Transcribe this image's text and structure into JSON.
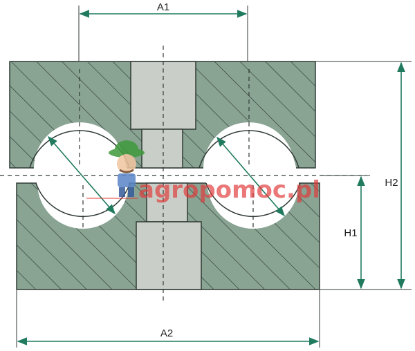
{
  "labels": {
    "a1": "A1",
    "a2": "A2",
    "h1": "H1",
    "h2": "H2"
  },
  "watermark": {
    "text": "agropomoc.pl"
  },
  "colors": {
    "body_fill": "#8aa494",
    "hatch": "#2c3a33",
    "bolt": "#c9cfc8",
    "arrow": "#1f7a5e",
    "line": "#2f3a34",
    "watermark_red": "#e23a3a"
  }
}
